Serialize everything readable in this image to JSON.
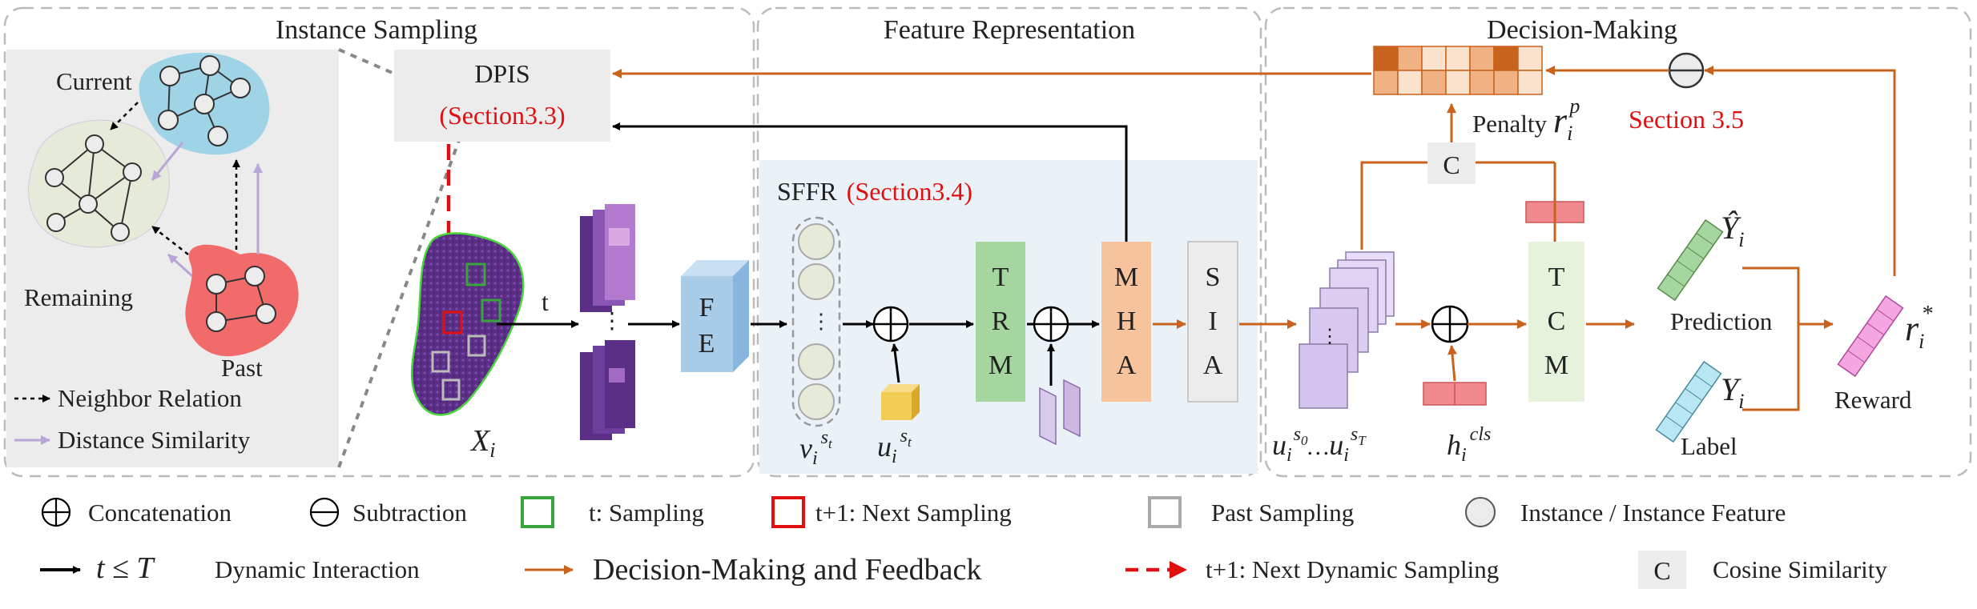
{
  "sections": {
    "instance_sampling": "Instance Sampling",
    "feature_representation": "Feature Representation",
    "decision_making": "Decision-Making"
  },
  "panel": {
    "current": "Current",
    "remaining": "Remaining",
    "past": "Past",
    "neighbor_relation": "Neighbor Relation",
    "distance_similarity": "Distance Similarity"
  },
  "dpis": {
    "label": "DPIS",
    "ref": "(Section3.3)"
  },
  "sffr": {
    "label": "SFFR",
    "ref": "(Section3.4)"
  },
  "flow": {
    "t": "t",
    "xi": "X",
    "xi_sub": "i",
    "v_sym": "v",
    "v_sub": "i",
    "v_sup": "s",
    "v_sup_sub": "t",
    "u_sym": "u",
    "u_sub": "i",
    "u_sup": "s",
    "u_sup_sub": "t"
  },
  "blocks": {
    "fe": [
      "F",
      "E"
    ],
    "trm": [
      "T",
      "R",
      "M"
    ],
    "mha": [
      "M",
      "H",
      "A"
    ],
    "sia": [
      "S",
      "I",
      "A"
    ],
    "tcm": [
      "T",
      "C",
      "M"
    ],
    "cos": "C"
  },
  "outputs": {
    "u_seq_a": "u",
    "u_seq_a_sub": "i",
    "u_seq_a_sup": "s",
    "u_seq_a_sup_sub": "0",
    "u_seq_dots": "…",
    "u_seq_b": "u",
    "u_seq_b_sub": "i",
    "u_seq_b_sup": "s",
    "u_seq_b_sup_sub": "T",
    "h_sym": "h",
    "h_sub": "i",
    "h_sup": "cls",
    "penalty": "Penalty",
    "penalty_r": "r",
    "penalty_sub": "i",
    "penalty_sup": "p",
    "section35": "Section 3.5",
    "yhat": "Ŷ",
    "yhat_sub": "i",
    "prediction": "Prediction",
    "y": "Y",
    "y_sub": "i",
    "label": "Label",
    "reward": "Reward",
    "reward_r": "r",
    "reward_sub": "i",
    "reward_sup": "*"
  },
  "legend": {
    "concat": "Concatenation",
    "subtract": "Subtraction",
    "sampling": "t: Sampling",
    "next_sampling": "t+1: Next Sampling",
    "past_sampling": "Past Sampling",
    "instance": "Instance / Instance Feature",
    "t_le": "t ≤ T",
    "dynamic": "Dynamic Interaction",
    "decision": "Decision-Making and Feedback",
    "next_dynamic": "t+1: Next Dynamic Sampling",
    "cos_c": "C",
    "cosine": "Cosine Similarity"
  },
  "colors": {
    "orange": "#c8621c",
    "current": "#9fd3e6",
    "remaining": "#e5ead9",
    "past": "#f26b6b",
    "sffr_bg": "#eaf2f7",
    "fe": "#a9cde9",
    "trm": "#a5d6a0",
    "mha": "#f7c39c",
    "sia": "#ececec",
    "tcm": "#e6f2dc",
    "pink": "#f08a8f",
    "yellow": "#f2cd55",
    "purple": "#7b46a4"
  }
}
